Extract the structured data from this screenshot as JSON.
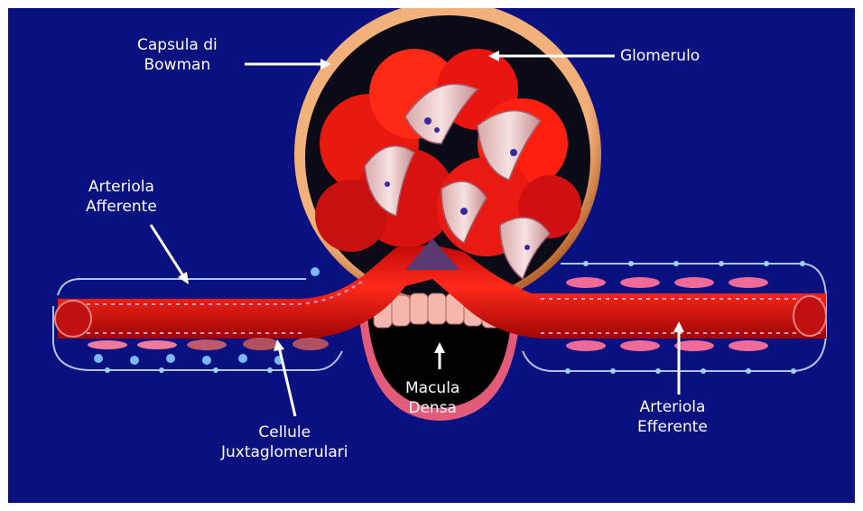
{
  "colors": {
    "background": "#08117f",
    "vessel": "#e81010",
    "vessel_dark": "#9a0505",
    "capsule": "#e99a57",
    "text": "#ffffff"
  },
  "labels": {
    "capsule_line1": "Capsula di",
    "capsule_line2": "Bowman",
    "glomerulus": "Glomerulo",
    "afferent_line1": "Arteriola",
    "afferent_line2": "Afferente",
    "efferent_line1": "Arteriola",
    "efferent_line2": "Efferente",
    "macula_line1": "Macula",
    "macula_line2": "Densa",
    "jg_line1": "Cellule",
    "jg_line2": "Juxtaglomerulari"
  }
}
